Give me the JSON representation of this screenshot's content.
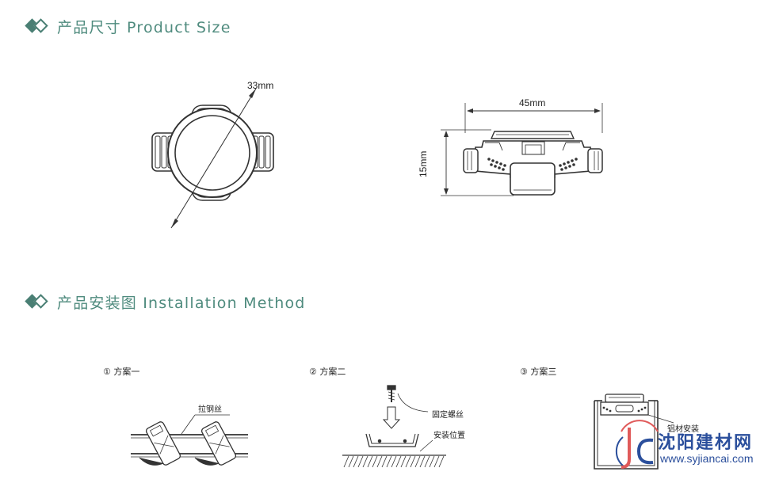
{
  "sections": {
    "product_size_title": "产品尺寸 Product Size",
    "installation_title": "产品安装图 Installation Method"
  },
  "dimensions": {
    "diameter": "33mm",
    "width": "45mm",
    "height": "15mm"
  },
  "plans": {
    "plan1": "① 方案一",
    "plan2": "② 方案二",
    "plan3": "③ 方案三"
  },
  "callouts": {
    "steel_wire": "拉钢丝",
    "fixing_screw": "固定螺丝",
    "install_position": "安装位置",
    "profile_install": "铝材安装"
  },
  "watermark": {
    "logo_text": "沈阳建材网",
    "url": "www.syjiancai.com"
  },
  "colors": {
    "accent": "#4f8b7e",
    "line": "#333333",
    "watermark": "#2b4f9c"
  }
}
